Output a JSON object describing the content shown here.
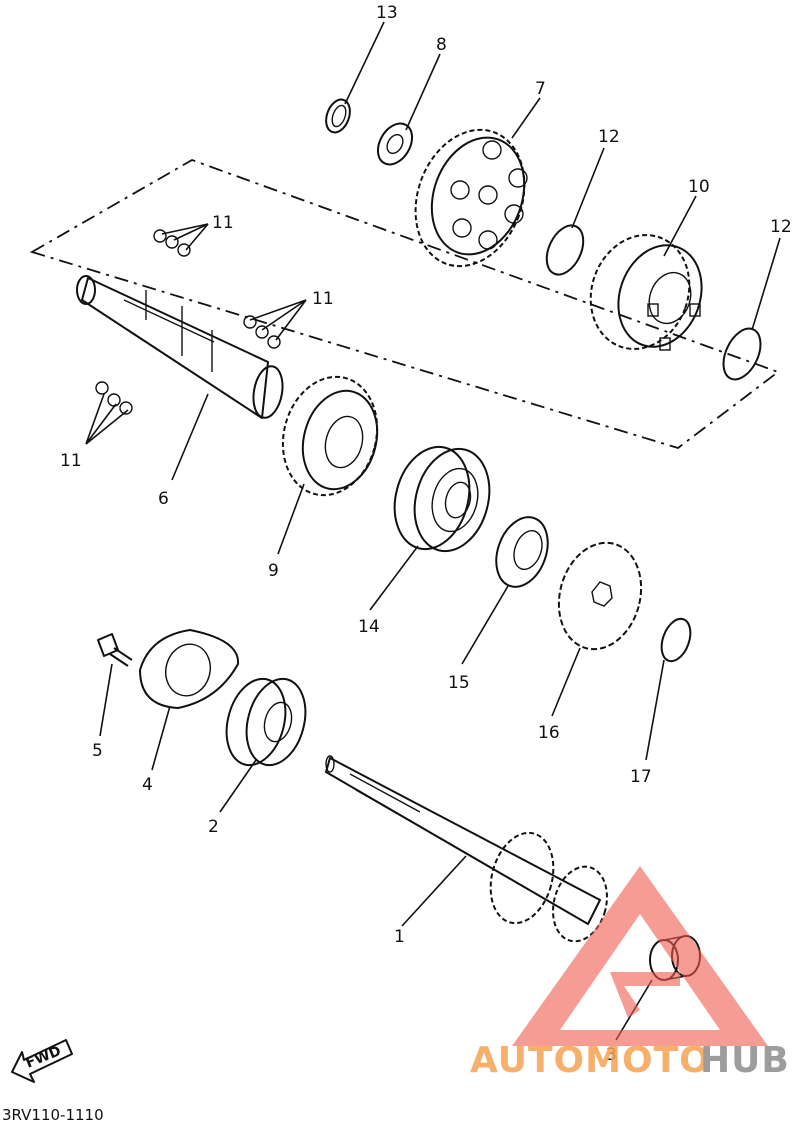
{
  "diagram": {
    "part_numbers": {
      "p1": "1",
      "p2": "2",
      "p3": "3",
      "p4": "4",
      "p5": "5",
      "p6": "6",
      "p7": "7",
      "p8": "8",
      "p9": "9",
      "p10": "10",
      "p11a": "11",
      "p11b": "11",
      "p11c": "11",
      "p12a": "12",
      "p12b": "12",
      "p13": "13",
      "p14": "14",
      "p15": "15",
      "p16": "16",
      "p17": "17"
    },
    "direction_label": "FWD",
    "drawing_code": "3RV110-1110",
    "watermark": {
      "part1": "AUTOMOTO",
      "part2": "HUB",
      "colors": {
        "triangle": "#f05a4f",
        "text_primary": "#f6a352",
        "text_secondary": "#8d8d8d"
      }
    }
  }
}
